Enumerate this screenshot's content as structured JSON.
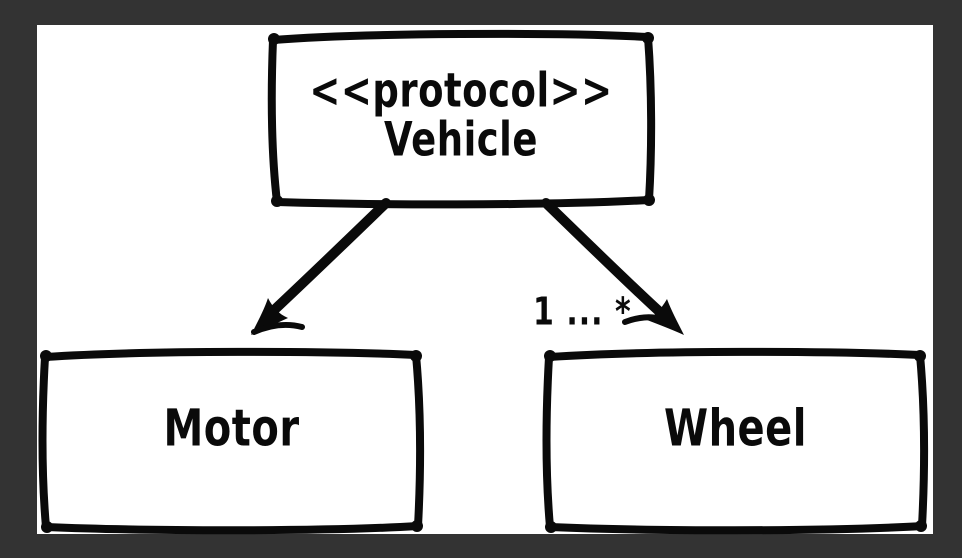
{
  "colors": {
    "frame_background": "#333333",
    "canvas": "#ffffff",
    "ink": "#0a0a0a"
  },
  "diagram": {
    "vehicle": {
      "stereotype": "<<protocol>>",
      "name": "Vehicle"
    },
    "motor": {
      "name": "Motor"
    },
    "wheel": {
      "name": "Wheel"
    },
    "edges": {
      "vehicle_to_motor": {
        "type": "arrow"
      },
      "vehicle_to_wheel": {
        "type": "arrow",
        "multiplicity": "1 ... *"
      }
    }
  }
}
